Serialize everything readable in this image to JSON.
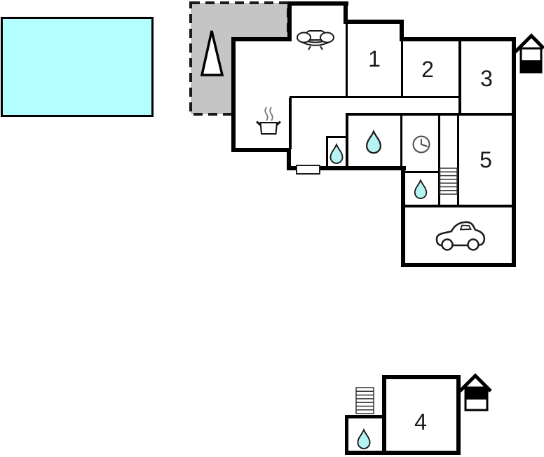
{
  "plan": {
    "type": "floor-plan",
    "rooms": {
      "r1": "1",
      "r2": "2",
      "r3": "3",
      "r4": "4",
      "r5": "5"
    },
    "colors": {
      "pool": "#b3ffff",
      "terrace": "#c5c5c5",
      "water": "#b5f2f2",
      "wall": "#000000",
      "background": "#ffffff"
    },
    "icons": [
      "swimming-pool",
      "terrace",
      "tree-icon",
      "sofa-icon",
      "cooking-pot-icon",
      "water-drop-icon",
      "clock-icon",
      "stairs-icon",
      "car-icon",
      "door-marker",
      "entrance-house-icon"
    ]
  }
}
